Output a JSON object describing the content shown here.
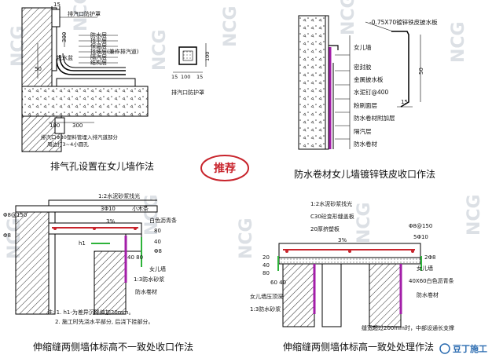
{
  "captions": {
    "top_left": "排气孔设置在女儿墙作法",
    "top_right": "防水卷材女儿墙镀锌铁皮收口作法",
    "bottom_left": "伸缩缝两侧墙体标高不一致处收口作法",
    "bottom_right": "伸缩缝两侧墙体标高一致处处理作法"
  },
  "stamp": "推荐",
  "watermark": "NCG",
  "logo": "豆丁施工",
  "d1": {
    "dim_15": "15",
    "cap_label": "排汽口防护罩",
    "dim_300_v": "300",
    "layers": [
      "防水层",
      "找平层",
      "保温层",
      "找坡层(兼作排汽道)",
      "隔汽层",
      "结构层"
    ],
    "water_label": "铁水盆",
    "dim_50": "50",
    "dim_100": "100",
    "dim_300": "300",
    "note1": "排汽口Φ30塑料管埋入排汽道部分",
    "note2": "周边打3~4小圆孔",
    "cap_box_label": "排汽口防护罩",
    "cap_dims": [
      "15",
      "100",
      "15",
      "100"
    ]
  },
  "d2": {
    "top_label": "-0.75X70镀锌铁皮披水板",
    "dim_50": "50",
    "dim_15": "15",
    "labels": [
      "女儿墙",
      "密封胶",
      "金属披水板",
      "水泥钉@400",
      "粉刷面层",
      "防水卷材附加层",
      "隔汽层",
      "防水卷材"
    ]
  },
  "d3": {
    "labels": [
      "1:2水泥砂浆找光",
      "3Φ10",
      "小木条",
      "3%",
      "白色沥青条",
      "Φ8@150",
      "Φ8",
      "h1",
      "女儿墙",
      "1:3防水砂浆",
      "防水卷材"
    ],
    "dims": [
      "80",
      "40",
      "40 80",
      "Φ8"
    ],
    "note1": "注: 1. h1-为差异沉降值加20mm。",
    "note2": "2. 施工时先浇水平部分, 后浇下挂部分。"
  },
  "d4": {
    "labels": [
      "1:2水泥砂浆找光",
      "C30砼变形缝盖板",
      "20厚挤塑板",
      "Φ8@150",
      "5Φ10",
      "3%",
      "2Φ8",
      "女儿墙",
      "40X60白色沥青条",
      "防水卷材",
      "女儿墙压顶深",
      "1:3防水砂浆"
    ],
    "dims": [
      "20",
      "40",
      "80",
      "60 40"
    ],
    "note": "缝宽超过200mm时，中部设通长支撑"
  }
}
